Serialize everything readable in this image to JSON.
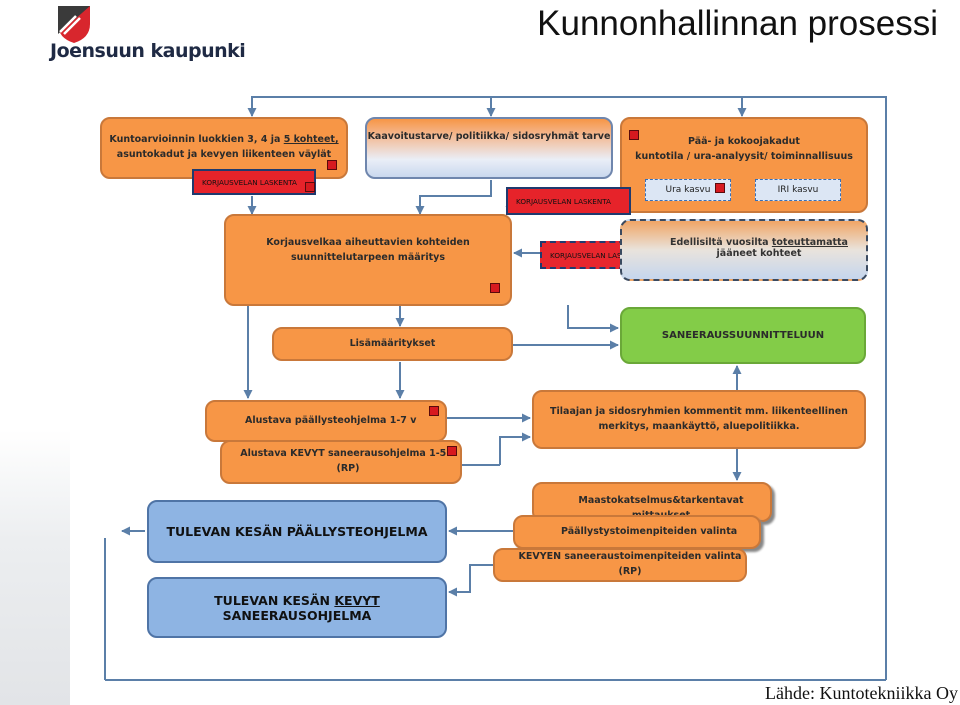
{
  "header": {
    "title": "Kunnonhallinnan prosessi",
    "logo_text": "Joensuun kaupunki",
    "source": "Lähde: Kuntotekniikka Oy"
  },
  "colors": {
    "orange": "#f79646",
    "green": "#83cc48",
    "blue": "#8eb4e3",
    "red": "#e6232a",
    "line": "#5b7fa8"
  },
  "diagram": {
    "b1_l1a": "Kuntoarvioinnin luokkien 3, 4 ja ",
    "b1_l1b": "5  kohteet,",
    "b1_l2": "asuntokadut ja kevyen liikenteen väylät",
    "b2": "Kaavoitustarve/ politiikka/ sidosryhmät tarve",
    "b3_l1": "Pää- ja kokoojakadut",
    "b3_l2": "kuntotila / ura-analyysit/ toiminnallisuus",
    "ura": "Ura kasvu",
    "iri": "IRI kasvu",
    "korj": "KORJAUSVELAN LASKENTA",
    "b4_l1": "Korjausvelkaa aiheuttavien kohteiden",
    "b4_l2": "suunnittelutarpeen määritys",
    "b5_l1a": "Edellisiltä vuosilta ",
    "b5_l1b": "toteuttamatta",
    "b5_l2": "jääneet kohteet",
    "b6": "Lisämääritykset",
    "b7": "SANEERAUSSUUNNITTELUUN",
    "b8": "Alustava päällysteohjelma 1-7 v",
    "b9": "Alustava KEVYT saneerausohjelma 1-5 v (RP)",
    "b10_l1": "Tilaajan ja sidosryhmien kommentit mm. liikenteellinen",
    "b10_l2": "merkitys, maankäyttö, aluepolitiikka.",
    "b11": "TULEVAN KESÄN PÄÄLLYSTEOHJELMA",
    "b12a": "TULEVAN KESÄN ",
    "b12b": "KEVYT",
    "b12c": " SANEERAUSOHJELMA",
    "b13": "Maastokatselmus&tarkentavat mittaukset",
    "b14": "Päällystystoimenpiteiden valinta",
    "b15": "KEVYEN saneeraustoimenpiteiden valinta (RP)"
  }
}
